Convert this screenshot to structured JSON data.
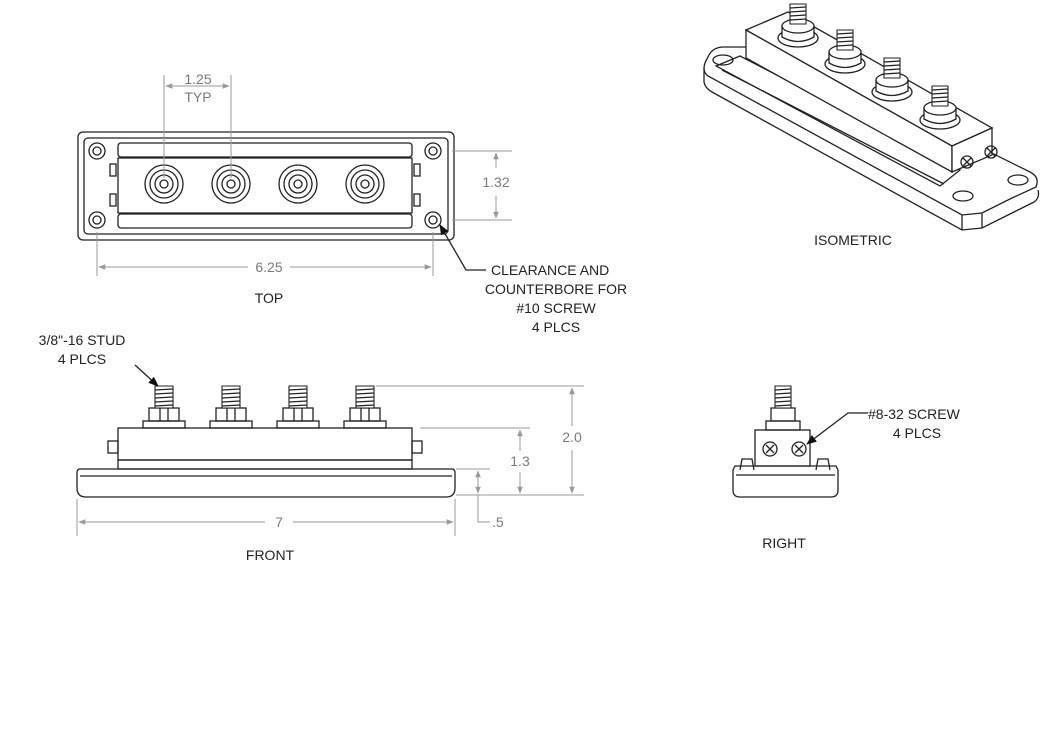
{
  "views": {
    "top": "TOP",
    "front": "FRONT",
    "right": "RIGHT",
    "isometric": "ISOMETRIC"
  },
  "dimensions": {
    "stud_pitch": "1.25",
    "stud_pitch_note": "TYP",
    "top_width": "1.32",
    "top_length": "6.25",
    "front_total_height": "2.0",
    "front_block_height": "1.3",
    "front_base_height": ".5",
    "front_length": "7"
  },
  "callouts": {
    "clearance": [
      "CLEARANCE AND",
      "COUNTERBORE FOR",
      "#10 SCREW",
      "4 PLCS"
    ],
    "stud": [
      "3/8\"-16 STUD",
      "4 PLCS"
    ],
    "screw": [
      "#8-32 SCREW",
      "4 PLCS"
    ]
  }
}
